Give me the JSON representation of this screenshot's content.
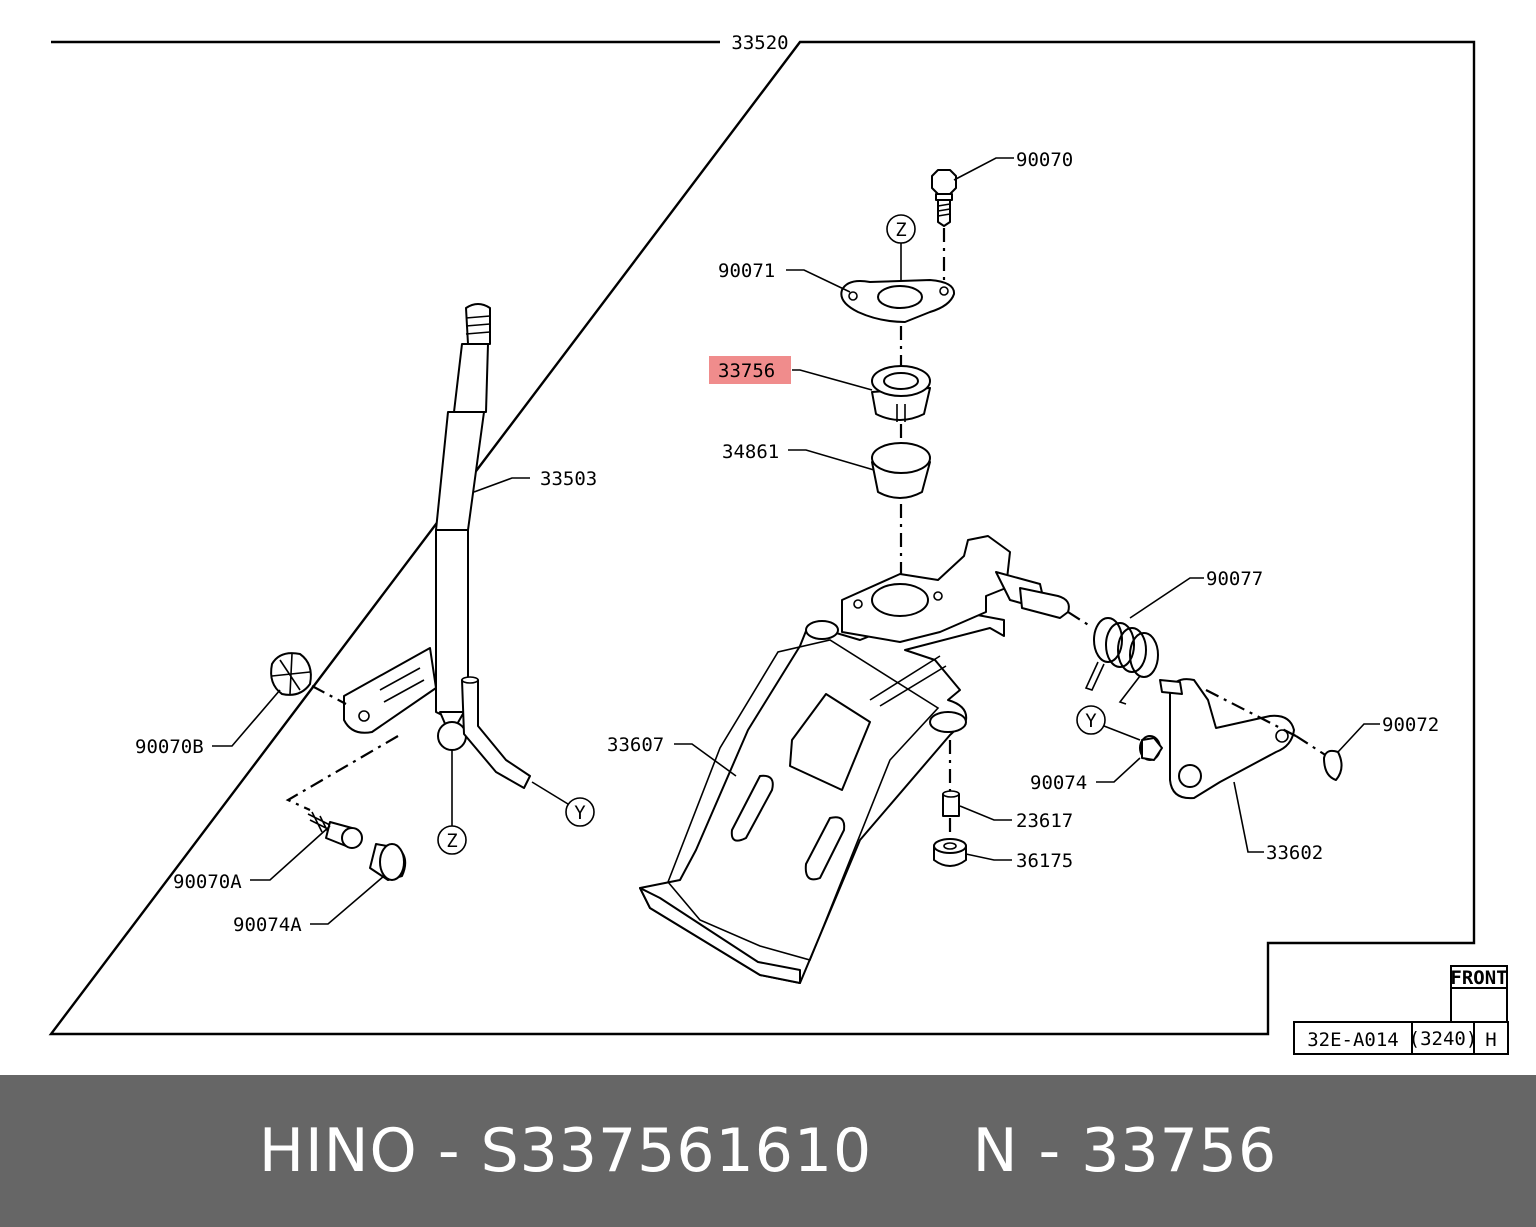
{
  "diagram": {
    "frame_label": "33520",
    "highlight_color": "#f08c8c",
    "callouts": [
      {
        "id": "c-90070",
        "text": "90070"
      },
      {
        "id": "c-90071",
        "text": "90071"
      },
      {
        "id": "c-33756",
        "text": "33756",
        "highlighted": true
      },
      {
        "id": "c-34861",
        "text": "34861"
      },
      {
        "id": "c-33503",
        "text": "33503"
      },
      {
        "id": "c-90077",
        "text": "90077"
      },
      {
        "id": "c-33607",
        "text": "33607"
      },
      {
        "id": "c-90072",
        "text": "90072"
      },
      {
        "id": "c-90070B",
        "text": "90070B"
      },
      {
        "id": "c-90074",
        "text": "90074"
      },
      {
        "id": "c-23617",
        "text": "23617"
      },
      {
        "id": "c-36175",
        "text": "36175"
      },
      {
        "id": "c-33602",
        "text": "33602"
      },
      {
        "id": "c-90070A",
        "text": "90070A"
      },
      {
        "id": "c-90074A",
        "text": "90074A"
      }
    ],
    "reference_markers": [
      "Z",
      "Y",
      "Z",
      "Y"
    ],
    "title_block": {
      "front_label": "FRONT",
      "figure_code": "32E-A014",
      "group_code": "(3240)",
      "variant": "H"
    }
  },
  "footer": {
    "brand": "HINO",
    "separator": "-",
    "part_number": "S337561610",
    "n_label": "N",
    "n_value": "33756",
    "text": "HINO - S337561610     N - 33756"
  }
}
